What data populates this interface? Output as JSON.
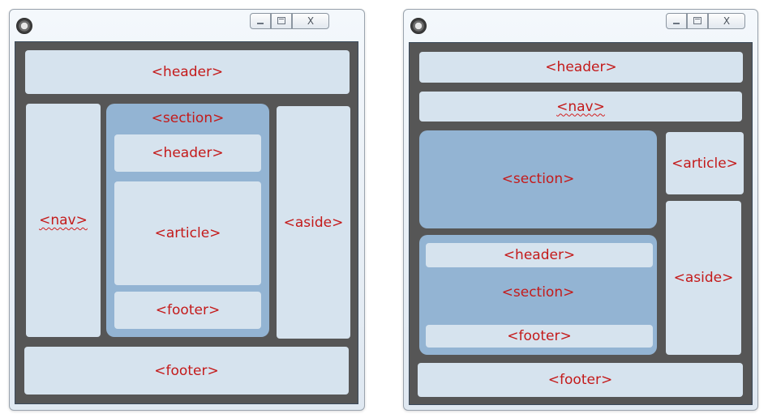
{
  "left_window": {
    "header": "<header>",
    "nav": "<nav>",
    "section": {
      "label": "<section>",
      "header": "<header>",
      "article": "<article>",
      "footer": "<footer>"
    },
    "aside": "<aside>",
    "footer": "<footer>"
  },
  "right_window": {
    "header": "<header>",
    "nav": "<nav>",
    "section_top": "<section>",
    "section_bottom": {
      "header": "<header>",
      "label": "<section>",
      "footer": "<footer>"
    },
    "article": "<article>",
    "aside": "<aside>",
    "footer": "<footer>"
  },
  "window_controls": {
    "minimize_icon": "minimize-icon",
    "maximize_icon": "maximize-icon",
    "close_icon": "close-icon",
    "close_glyph": "X"
  },
  "colors": {
    "label_text": "#c41a1a",
    "box_fill": "#d6e3ee",
    "section_fill": "#93b4d3",
    "window_client": "#565656"
  }
}
